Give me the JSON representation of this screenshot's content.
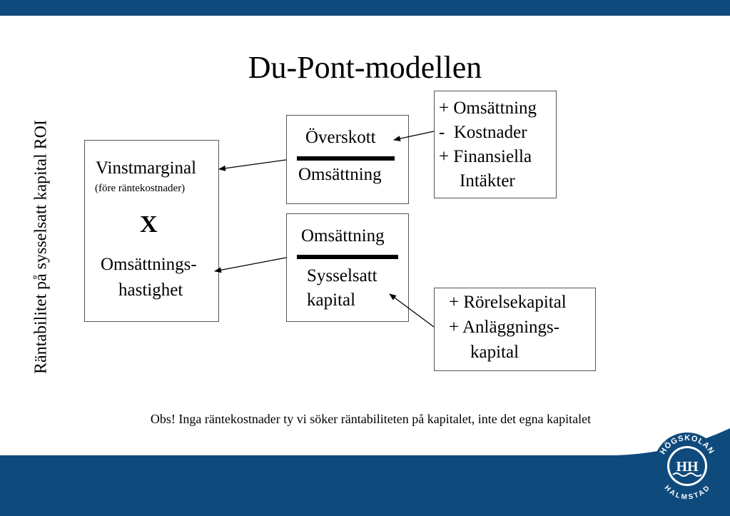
{
  "title": "Du-Pont-modellen",
  "side_label": "Räntabilitet på sysselsatt kapital ROI",
  "left_box": {
    "line1": "Vinstmarginal",
    "line2": "(före räntekostnader)",
    "operator": "X",
    "line3": "Omsättnings-",
    "line4": "hastighet"
  },
  "upper_fraction": {
    "numerator": "Överskott",
    "denominator": "Omsättning"
  },
  "lower_fraction": {
    "numerator": "Omsättning",
    "denominator_line1": "Sysselsatt",
    "denominator_line2": "kapital"
  },
  "upper_right_box": {
    "lines": [
      "+ Omsättning",
      "-  Kostnader",
      "+ Finansiella",
      "Intäkter"
    ]
  },
  "lower_right_box": {
    "lines": [
      "+ Rörelsekapital",
      "+ Anläggnings-",
      "kapital"
    ]
  },
  "note": "Obs! Inga räntekostnader ty vi söker räntabiliteten på kapitalet, inte det egna kapitalet",
  "logo": {
    "top_text": "HÖGSKOLAN",
    "bottom_text": "HALMSTAD",
    "center": "HH"
  },
  "colors": {
    "brand_blue": "#0f4a7c",
    "logo_blue": "#0f4a7c"
  }
}
